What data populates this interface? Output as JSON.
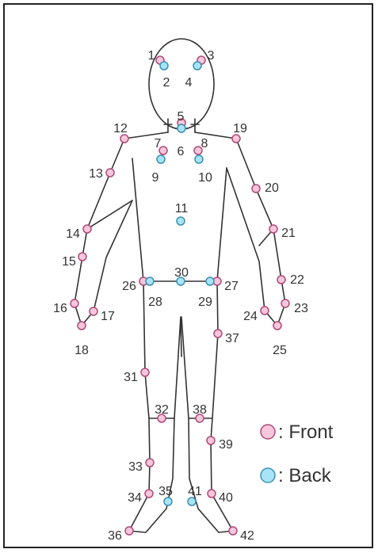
{
  "colors": {
    "front_fill": "#f6c6dc",
    "front_stroke": "#b04a78",
    "back_fill": "#a8e4f8",
    "back_stroke": "#3a8fb5",
    "outline": "#333333"
  },
  "legend": {
    "front_label": ": Front",
    "back_label": ": Back"
  },
  "markers": [
    {
      "id": "1",
      "side": "front"
    },
    {
      "id": "2",
      "side": "back"
    },
    {
      "id": "3",
      "side": "front"
    },
    {
      "id": "4",
      "side": "back"
    },
    {
      "id": "5",
      "side": "front"
    },
    {
      "id": "6",
      "side": "back"
    },
    {
      "id": "7",
      "side": "front"
    },
    {
      "id": "8",
      "side": "front"
    },
    {
      "id": "9",
      "side": "back"
    },
    {
      "id": "10",
      "side": "back"
    },
    {
      "id": "11",
      "side": "back"
    },
    {
      "id": "12",
      "side": "front"
    },
    {
      "id": "13",
      "side": "front"
    },
    {
      "id": "14",
      "side": "front"
    },
    {
      "id": "15",
      "side": "front"
    },
    {
      "id": "16",
      "side": "front"
    },
    {
      "id": "17",
      "side": "front"
    },
    {
      "id": "18",
      "side": "front"
    },
    {
      "id": "19",
      "side": "front"
    },
    {
      "id": "20",
      "side": "front"
    },
    {
      "id": "21",
      "side": "front"
    },
    {
      "id": "22",
      "side": "front"
    },
    {
      "id": "23",
      "side": "front"
    },
    {
      "id": "24",
      "side": "front"
    },
    {
      "id": "25",
      "side": "front"
    },
    {
      "id": "26",
      "side": "front"
    },
    {
      "id": "27",
      "side": "front"
    },
    {
      "id": "28",
      "side": "back"
    },
    {
      "id": "29",
      "side": "back"
    },
    {
      "id": "30",
      "side": "back"
    },
    {
      "id": "31",
      "side": "front"
    },
    {
      "id": "32",
      "side": "front"
    },
    {
      "id": "33",
      "side": "front"
    },
    {
      "id": "34",
      "side": "front"
    },
    {
      "id": "35",
      "side": "back"
    },
    {
      "id": "36",
      "side": "front"
    },
    {
      "id": "37",
      "side": "front"
    },
    {
      "id": "38",
      "side": "front"
    },
    {
      "id": "39",
      "side": "front"
    },
    {
      "id": "40",
      "side": "front"
    },
    {
      "id": "41",
      "side": "back"
    },
    {
      "id": "42",
      "side": "front"
    }
  ]
}
